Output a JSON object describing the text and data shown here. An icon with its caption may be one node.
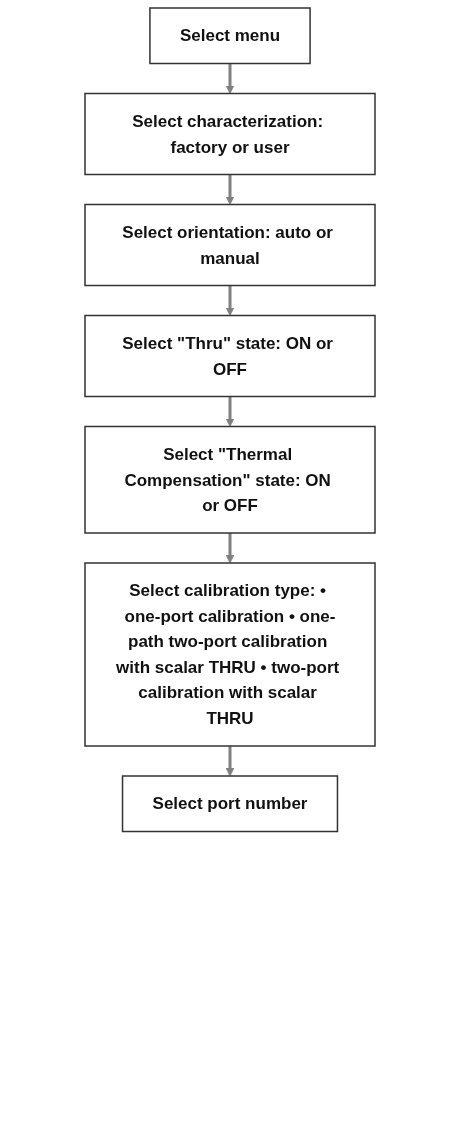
{
  "diagram": {
    "nodes": [
      {
        "text": [
          "Select menu"
        ]
      },
      {
        "text": [
          "Select characterization: factory or user"
        ]
      },
      {
        "text": [
          "Select orientation: auto or manual"
        ]
      },
      {
        "text": [
          "Select \"Thru\" state: ON or OFF"
        ]
      },
      {
        "text": [
          "Select \"Thermal Compensation\" state: ON or OFF"
        ]
      },
      {
        "text": [
          "Select calibration type: • one-port calibration • one-path two-port calibration with scalar THRU • two-port calibration with scalar THRU"
        ]
      },
      {
        "text": [
          "Select port number"
        ]
      }
    ],
    "edges": [
      {
        "from": 0,
        "to": 1,
        "arrow": "to"
      },
      {
        "from": 1,
        "to": 2,
        "arrow": "to"
      },
      {
        "from": 2,
        "to": 3,
        "arrow": "to"
      },
      {
        "from": 3,
        "to": 4,
        "arrow": "to"
      },
      {
        "from": 4,
        "to": 5,
        "arrow": "to"
      },
      {
        "from": 5,
        "to": 6,
        "arrow": "to"
      }
    ]
  }
}
